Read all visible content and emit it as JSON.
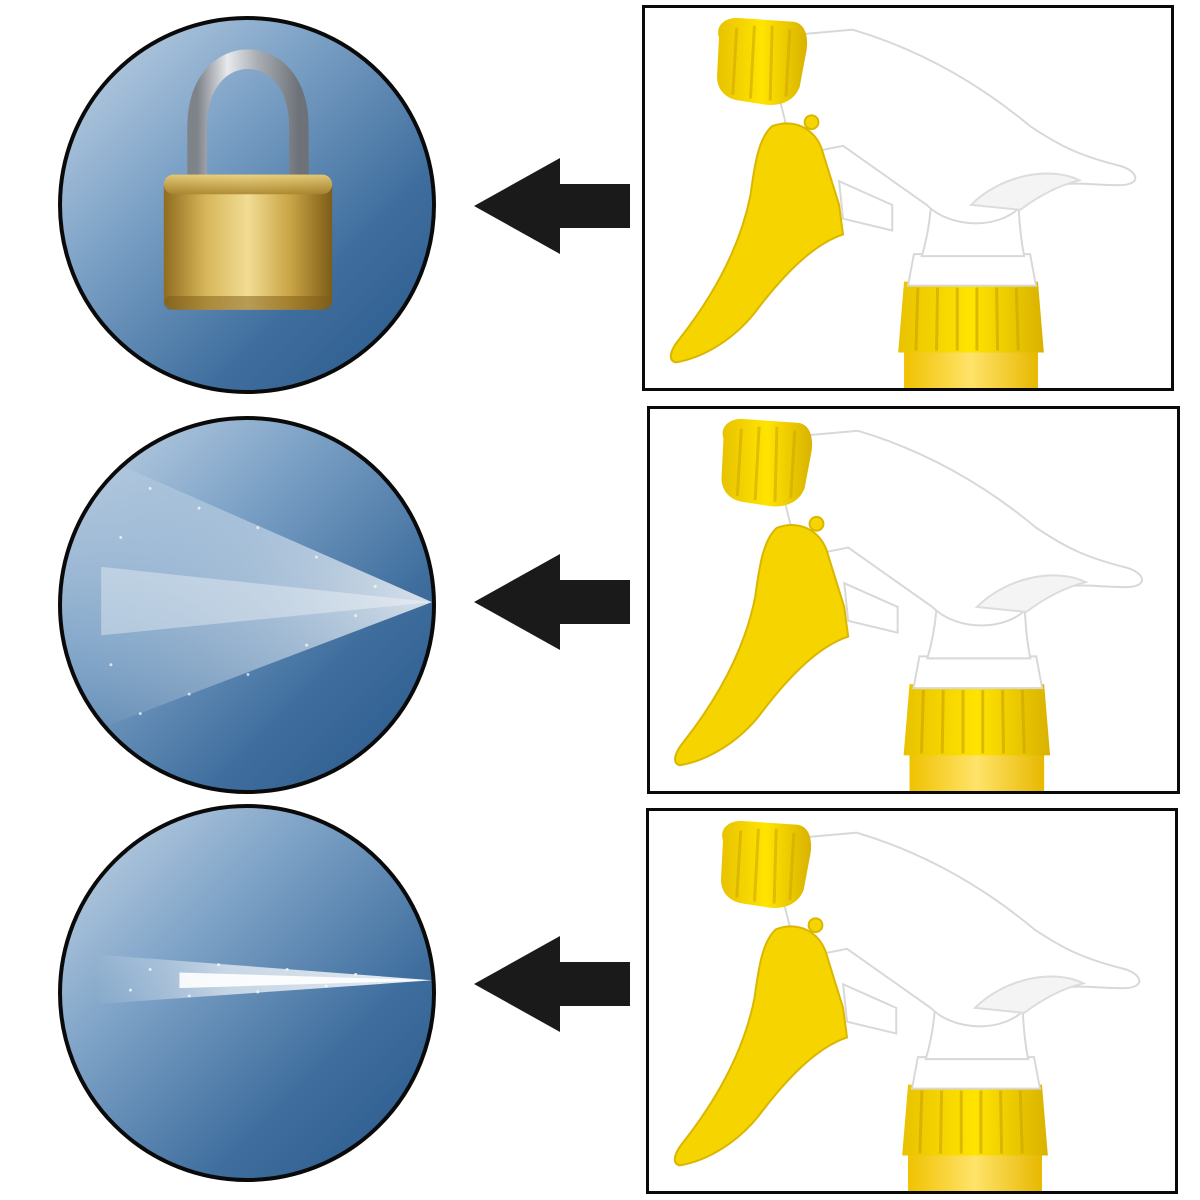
{
  "panels": [
    {
      "mode": "locked",
      "icon": "padlock-icon"
    },
    {
      "mode": "spray",
      "icon": "wide-spray-icon"
    },
    {
      "mode": "stream",
      "icon": "jet-stream-icon"
    }
  ],
  "colors": {
    "circle_light": "#c7d7e8",
    "circle_dark": "#27578a",
    "outline": "#0a0a0a",
    "arrow": "#1a1a1a",
    "nozzle_yellow": "#f5d400",
    "nozzle_white": "#ffffff",
    "padlock_gold": "#c9a545",
    "padlock_shackle": "#b8bcc2"
  }
}
